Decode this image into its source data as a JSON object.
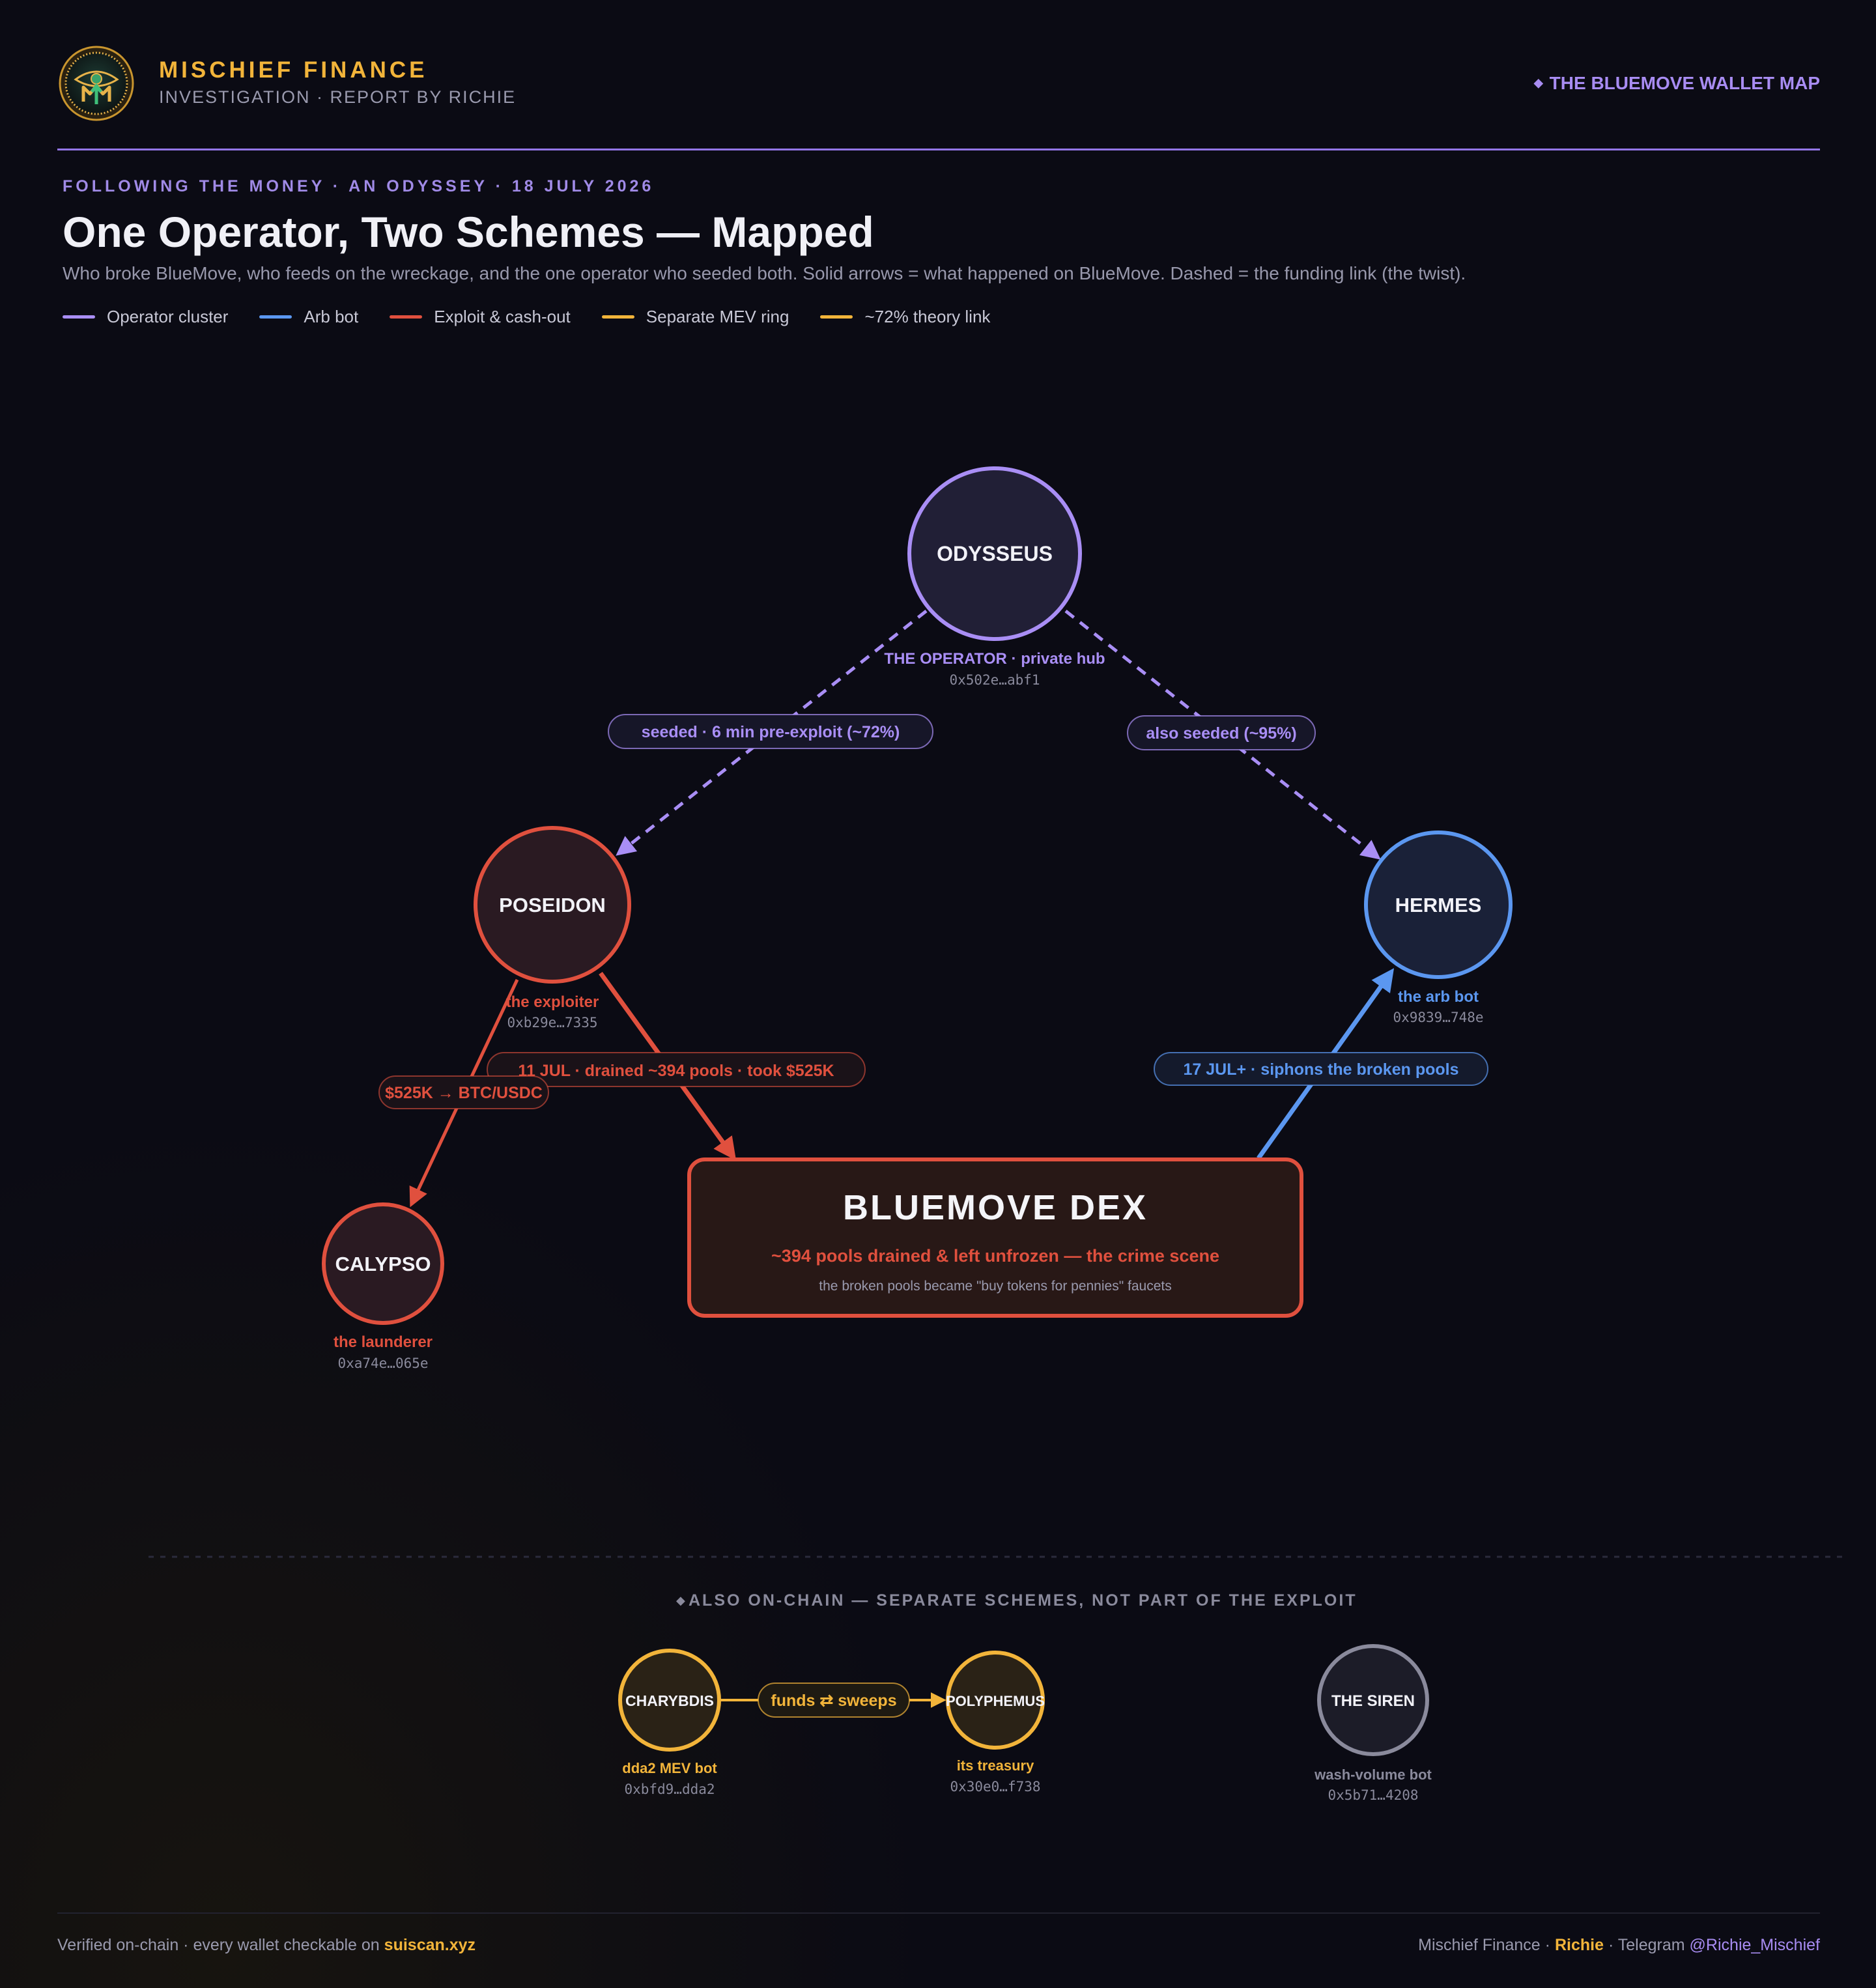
{
  "header": {
    "brand": "MISCHIEF FINANCE",
    "brand_sub": "INVESTIGATION · REPORT BY RICHIE",
    "logo_icon": "mischief-finance-eye-logo",
    "right_label": "THE BLUEMOVE WALLET MAP",
    "right_label_icon": "diamond-bullet"
  },
  "intro": {
    "kicker": "FOLLOWING THE MONEY · AN ODYSSEY · 18 JULY 2026",
    "title": "One Operator, Two Schemes — Mapped",
    "subtitle": "Who broke BlueMove, who feeds on the wreckage, and the one operator who seeded both. Solid arrows = what happened on BlueMove. Dashed = the funding link (the twist)."
  },
  "legend": [
    {
      "label": "Operator cluster",
      "color": "#a98ef5"
    },
    {
      "label": "Arb bot",
      "color": "#5b97f0"
    },
    {
      "label": "Exploit & cash-out",
      "color": "#e0503e"
    },
    {
      "label": "Separate MEV ring",
      "color": "#f2b43a"
    },
    {
      "label": "~72% theory link",
      "color": "#f2b43a"
    }
  ],
  "colors": {
    "operator": "#a98ef5",
    "arb": "#5b97f0",
    "exploit": "#e0503e",
    "mev": "#f2b43a",
    "neutral": "#8a8a9c"
  },
  "nodes": {
    "odysseus": {
      "name": "ODYSSEUS",
      "role": "THE OPERATOR · private hub",
      "address": "0x502e…abf1"
    },
    "poseidon": {
      "name": "POSEIDON",
      "role": "the exploiter",
      "address": "0xb29e…7335"
    },
    "hermes": {
      "name": "HERMES",
      "role": "the arb bot",
      "address": "0x9839…748e"
    },
    "calypso": {
      "name": "CALYPSO",
      "role": "the launderer",
      "address": "0xa74e…065e"
    },
    "bluemove": {
      "name": "BLUEMOVE DEX",
      "line1": "~394 pools drained & left unfrozen — the crime scene",
      "line2": "the broken pools became \"buy tokens for pennies\" faucets"
    }
  },
  "edges": {
    "odysseus_poseidon": "seeded · 6 min pre-exploit (~72%)",
    "odysseus_hermes": "also seeded (~95%)",
    "poseidon_bluemove": "11 JUL · drained ~394 pools · took $525K",
    "poseidon_calypso": "$525K → BTC/USDC",
    "bluemove_hermes": "17 JUL+ · siphons the broken pools"
  },
  "separate": {
    "heading": "ALSO ON-CHAIN — SEPARATE SCHEMES, NOT PART OF THE EXPLOIT",
    "heading_icon": "diamond-bullet",
    "charybdis": {
      "name": "CHARYBDIS",
      "role": "dda2 MEV bot",
      "address": "0xbfd9…dda2"
    },
    "polyphemus": {
      "name": "POLYPHEMUS",
      "role": "its treasury",
      "address": "0x30e0…f738"
    },
    "siren": {
      "name": "THE SIREN",
      "role": "wash-volume bot",
      "address": "0x5b71…4208"
    },
    "edge_label": "funds ⇄ sweeps"
  },
  "footer": {
    "left_text": "Verified on-chain · every wallet checkable on",
    "left_link": "suiscan.xyz",
    "right_brand": "Mischief Finance",
    "sep": "·",
    "right_author": "Richie",
    "right_tg": "Telegram",
    "right_handle": "@Richie_Mischief"
  }
}
